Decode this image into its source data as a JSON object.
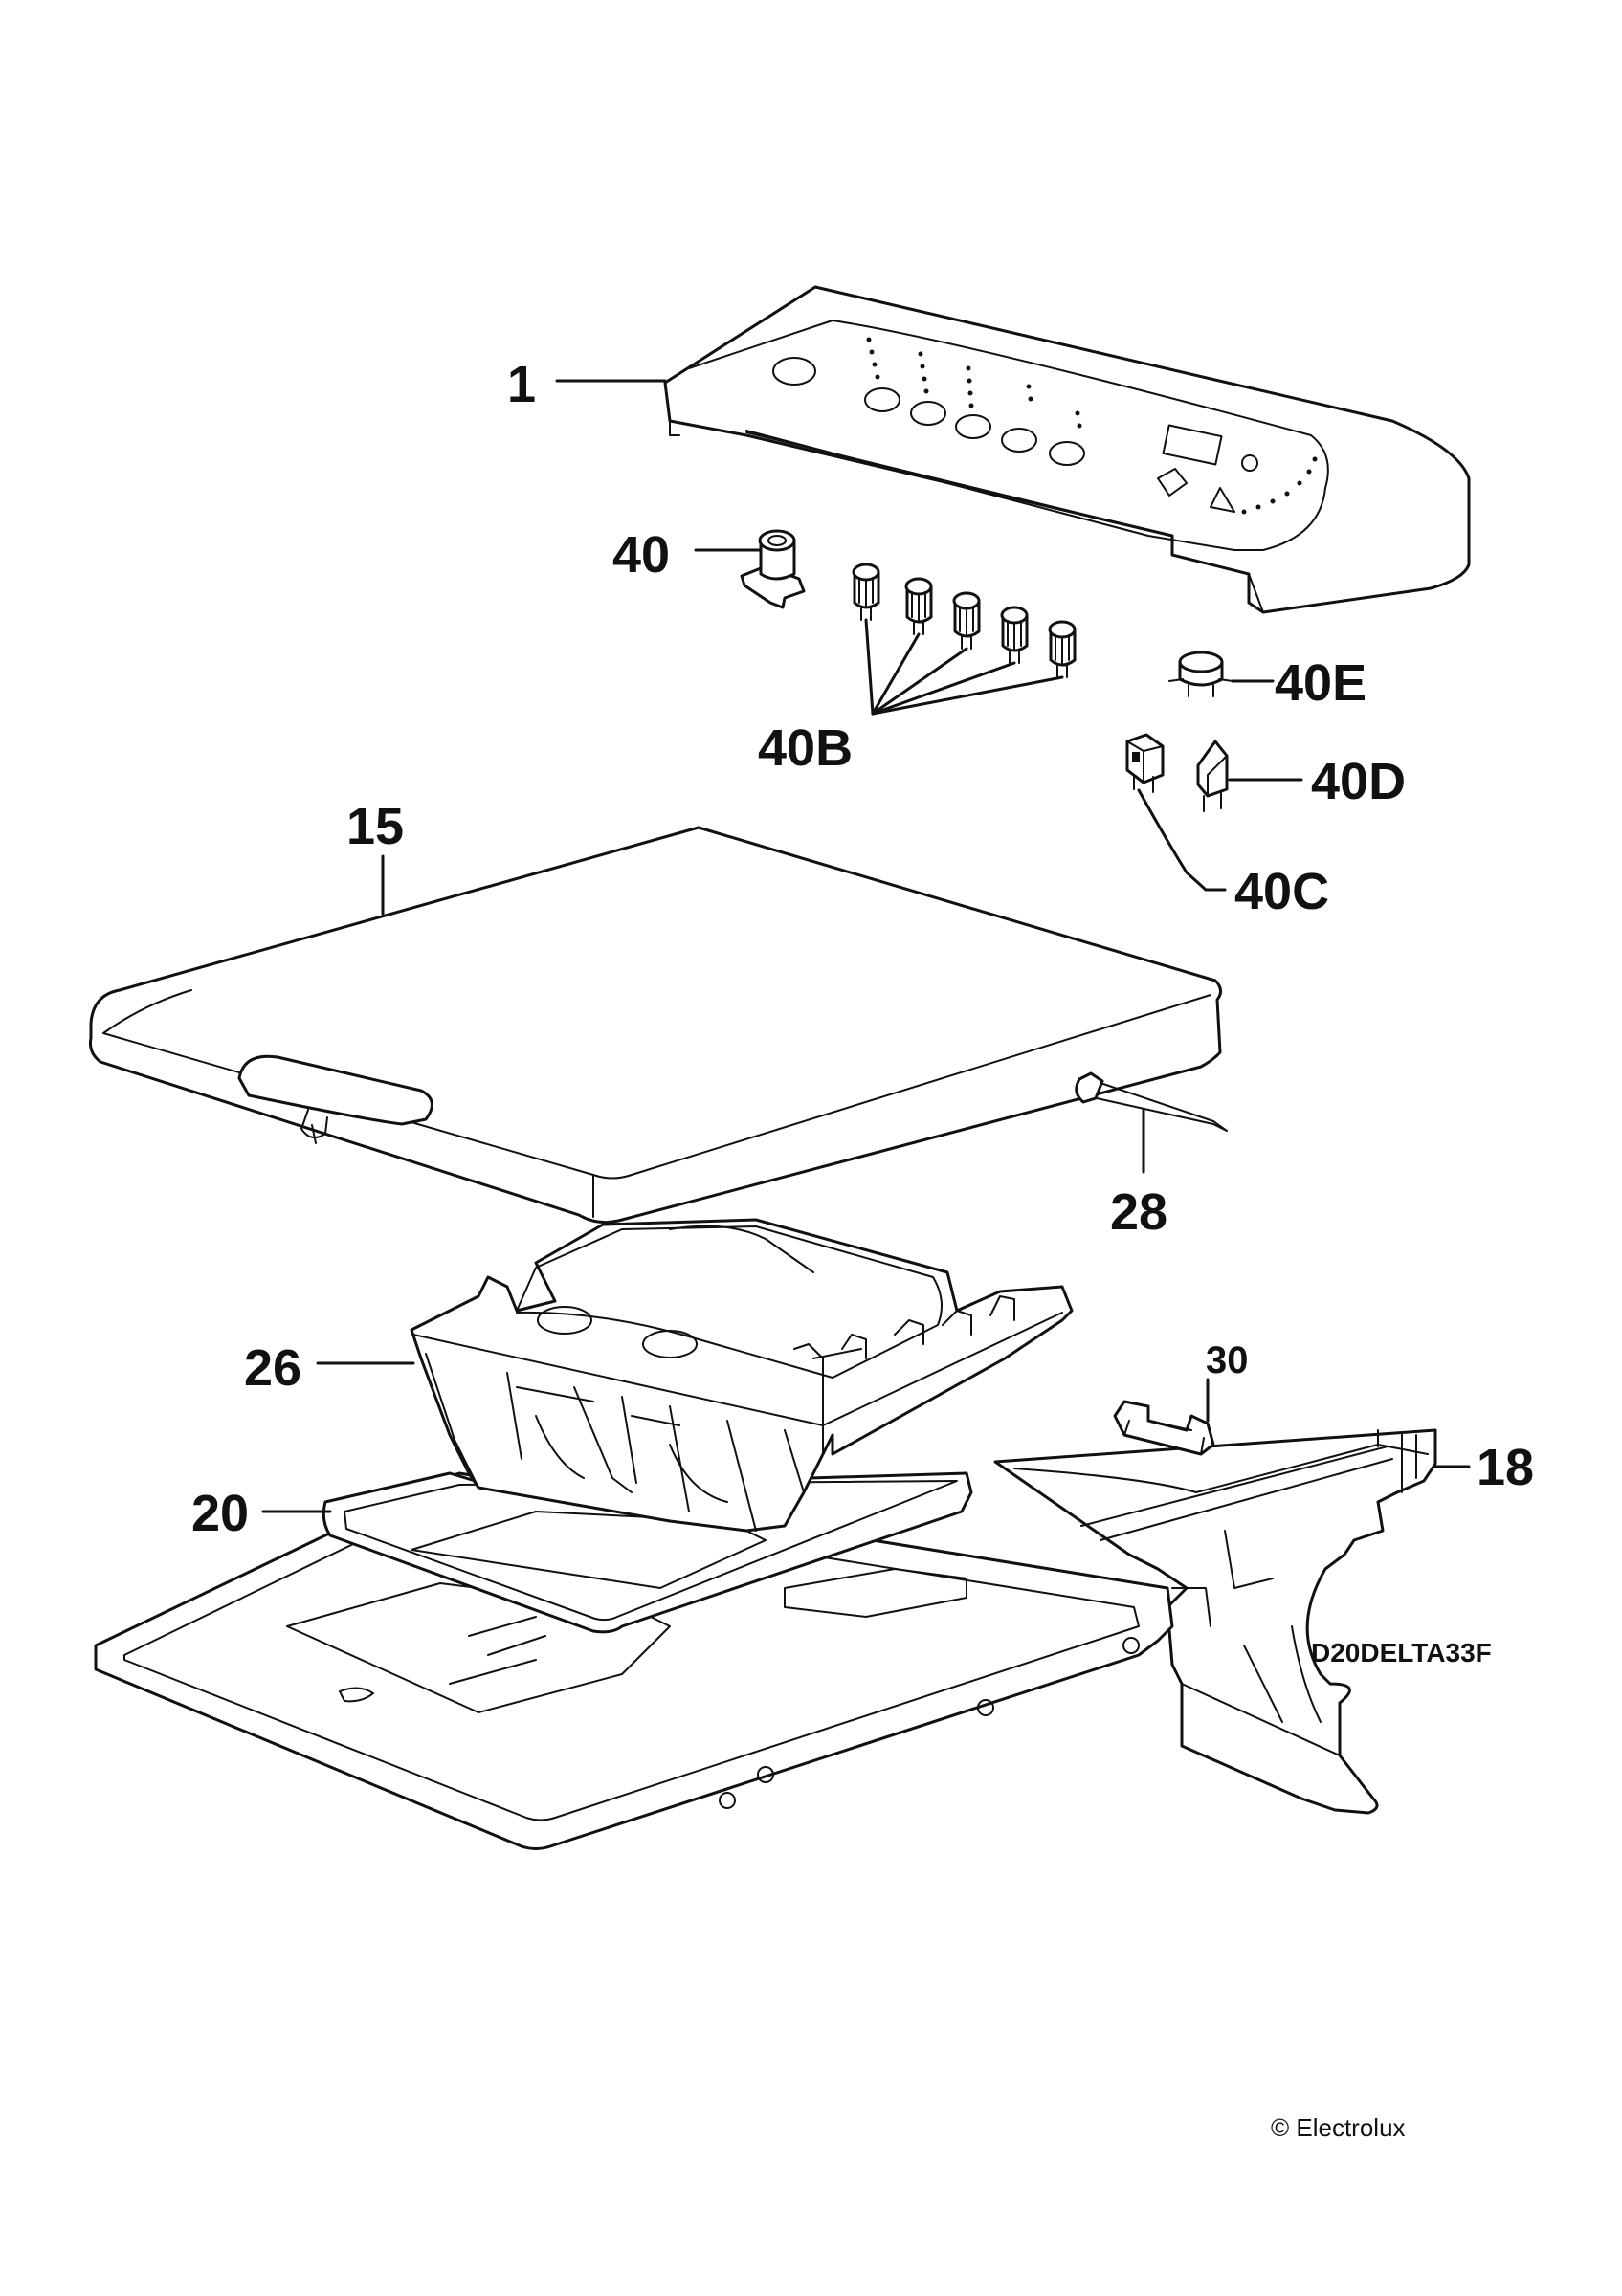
{
  "diagram": {
    "drawing_code": "D20DELTA33F",
    "copyright": "© Electrolux",
    "callouts": {
      "p1": "1",
      "p40": "40",
      "p40b": "40B",
      "p40e": "40E",
      "p40d": "40D",
      "p40c": "40C",
      "p15": "15",
      "p28": "28",
      "p26": "26",
      "p30": "30",
      "p18": "18",
      "p20": "20"
    }
  }
}
